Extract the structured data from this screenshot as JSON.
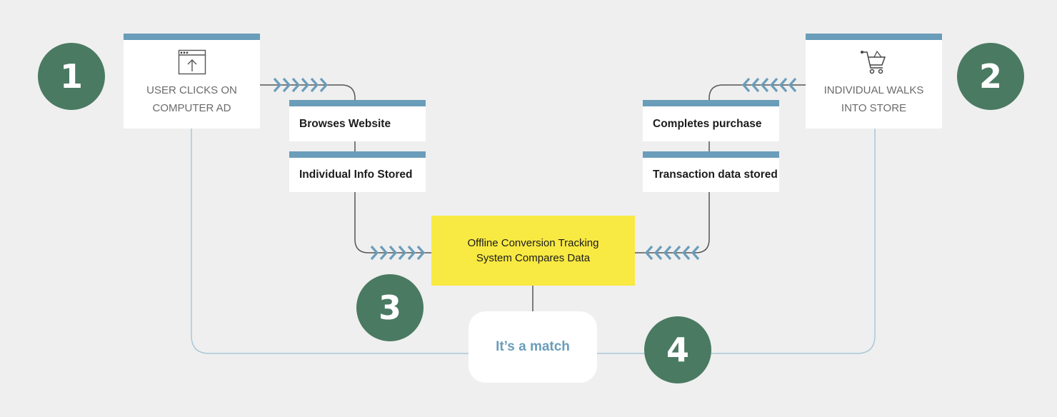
{
  "colors": {
    "background": "#efefef",
    "circle": "#4a7a62",
    "card_bar": "#6a9dba",
    "highlight": "#f8e943",
    "connector": "#a9c8d8",
    "dark_line": "#555555"
  },
  "steps": {
    "one": {
      "number": "1",
      "label": "USER CLICKS ON\nCOMPUTER AD",
      "icon": "browser-upload-icon"
    },
    "two": {
      "number": "2",
      "label": "INDIVIDUAL WALKS\nINTO STORE",
      "icon": "shopping-cart-icon"
    },
    "three": {
      "number": "3"
    },
    "four": {
      "number": "4"
    }
  },
  "left_flow": [
    "Browses Website",
    "Individual Info Stored"
  ],
  "right_flow": [
    "Completes purchase",
    "Transaction data stored"
  ],
  "center": {
    "compare_label": "Offline Conversion Tracking\nSystem Compares Data",
    "match_label": "It’s a match"
  }
}
